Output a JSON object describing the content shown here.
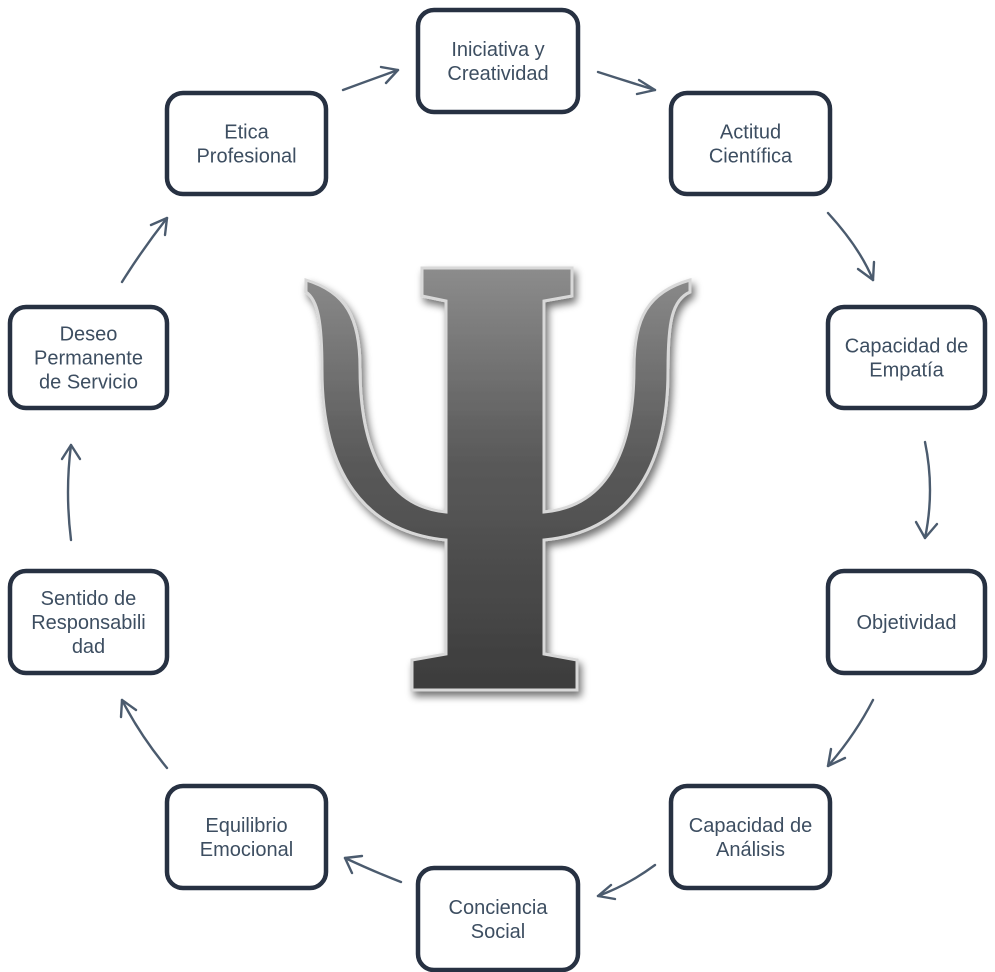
{
  "center_symbol": {
    "icon": "psi-symbol-icon",
    "color": "#5a5a5a"
  },
  "colors": {
    "box_border": "#273142",
    "text": "#3d4e61",
    "arrow": "#4b5b6e"
  },
  "nodes": [
    {
      "lines": [
        "Iniciativa y",
        "Creatividad"
      ]
    },
    {
      "lines": [
        "Actitud",
        "Científica"
      ]
    },
    {
      "lines": [
        "Capacidad de",
        "Empatía"
      ]
    },
    {
      "lines": [
        "Objetividad"
      ]
    },
    {
      "lines": [
        "Capacidad de",
        "Análisis"
      ]
    },
    {
      "lines": [
        "Conciencia",
        "Social"
      ]
    },
    {
      "lines": [
        "Equilibrio",
        "Emocional"
      ]
    },
    {
      "lines": [
        "Sentido de",
        "Responsabili",
        "dad"
      ]
    },
    {
      "lines": [
        "Deseo",
        "Permanente",
        "de Servicio"
      ]
    },
    {
      "lines": [
        "Etica",
        "Profesional"
      ]
    }
  ]
}
